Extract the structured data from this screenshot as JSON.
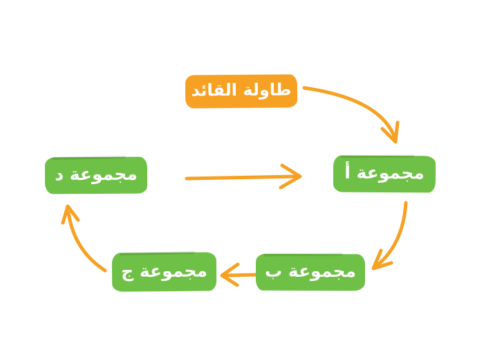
{
  "diagram": {
    "nodes": {
      "leader": {
        "label": "طاولة القائد"
      },
      "group_a": {
        "label": "مجموعة أ"
      },
      "group_b": {
        "label": "مجموعة ب"
      },
      "group_c": {
        "label": "مجموعة ج"
      },
      "group_d": {
        "label": "مجموعة د"
      }
    },
    "colors": {
      "orange": "#F6A124",
      "green": "#6EC046",
      "label_text": "#FFFFFF",
      "canvas_background": "#FFFFFF"
    }
  }
}
